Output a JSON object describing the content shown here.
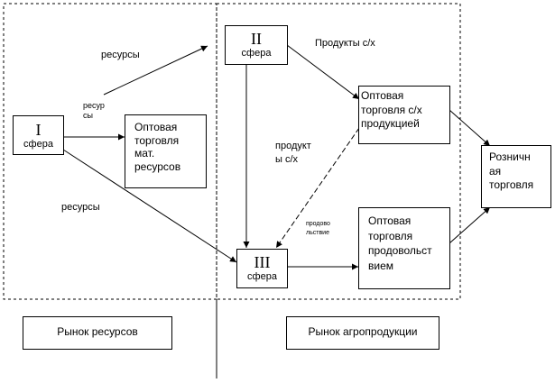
{
  "spheres": {
    "s1": {
      "numeral": "I",
      "label": "сфера"
    },
    "s2": {
      "numeral": "II",
      "label": "сфера"
    },
    "s3": {
      "numeral": "III",
      "label": "сфера"
    }
  },
  "boxes": {
    "wholesale_materials": "Оптовая\nторговля\nмат.\nресурсов",
    "wholesale_agri": "Оптовая\nторговля с/х\nпродукцией",
    "wholesale_food": "Оптовая\nторговля\nпродовольст\nвием",
    "retail": "Розничн\nая\nторговля"
  },
  "edge_labels": {
    "resources_top": "ресурсы",
    "resources_small": "ресур\nсы",
    "resources_bottom": "ресурсы",
    "agri_products": "Продукты с/х",
    "products_mid": "продукт\nы с/х",
    "food_small": "продово\nльствие"
  },
  "markets": {
    "resources": "Рынок ресурсов",
    "agri": "Рынок агропродукции"
  }
}
